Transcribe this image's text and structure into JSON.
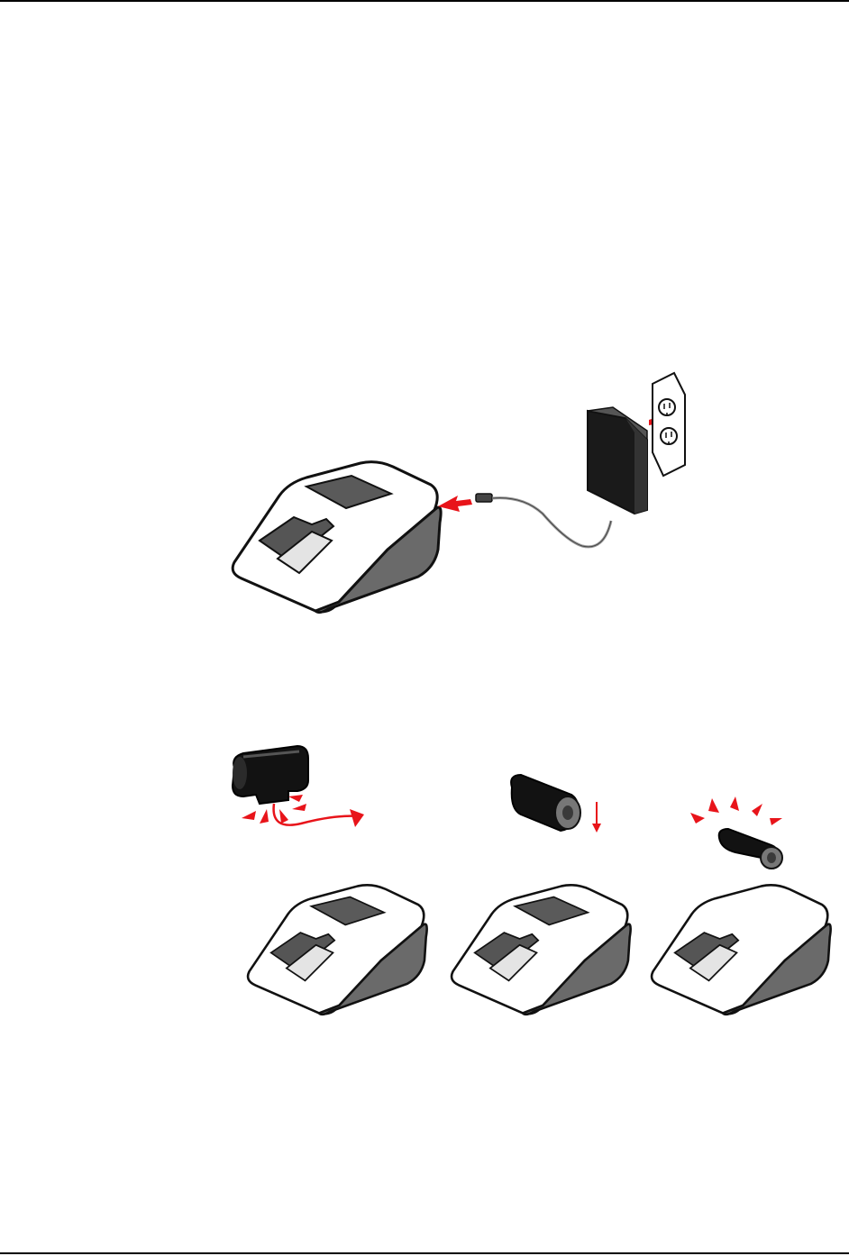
{
  "page": {
    "text_lines": []
  },
  "figures": [
    {
      "id": "figure-1",
      "shows": [
        "charging-cradle",
        "power-cord",
        "power-adapter",
        "wall-outlet",
        "connection-arrow-icon"
      ]
    },
    {
      "id": "figure-2",
      "panels": [
        "battery-removed",
        "battery-aligned",
        "battery-seated"
      ]
    }
  ],
  "colors": {
    "accent_red": "#e8141a",
    "device_gray": "#6a6a6a",
    "body_white": "#ffffff",
    "outline": "#111111"
  }
}
